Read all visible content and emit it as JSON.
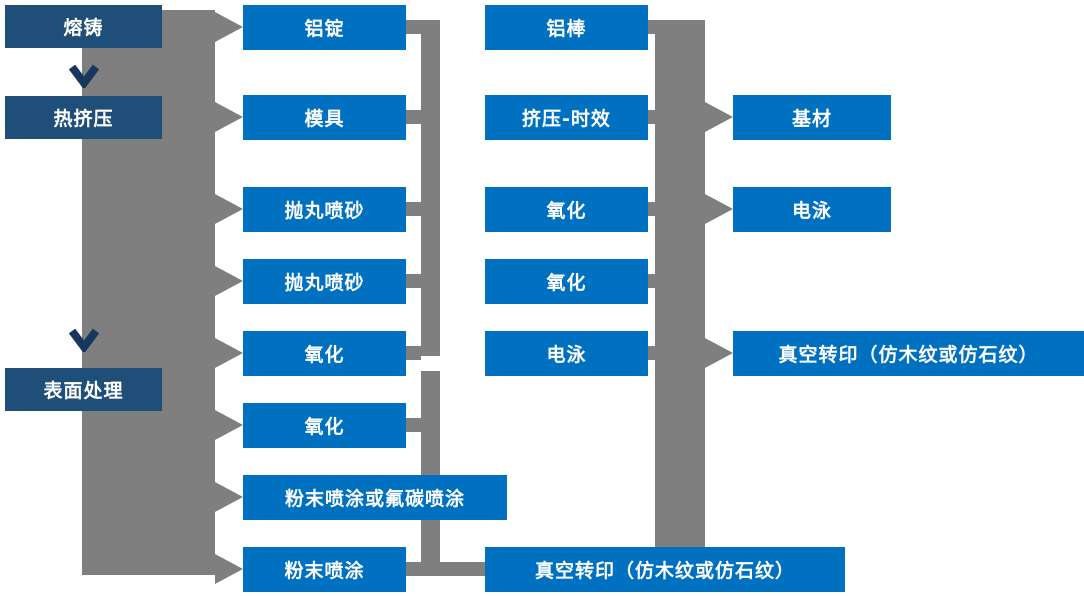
{
  "flowchart": {
    "title_hint": "aluminum-profile-production-flow",
    "stages": [
      "熔铸",
      "热挤压",
      "表面处理"
    ],
    "process_steps": [
      "铝锭",
      "模具",
      "抛丸喷砂",
      "抛丸喷砂",
      "氧化",
      "氧化",
      "粉末喷涂或氟碳喷涂",
      "粉末喷涂"
    ],
    "secondary_steps": [
      "铝棒",
      "挤压-时效",
      "氧化",
      "氧化",
      "电泳",
      "真空转印（仿木纹或仿石纹）"
    ],
    "outputs": [
      "基材",
      "电泳",
      "真空转印（仿木纹或仿石纹）"
    ]
  },
  "colors": {
    "stage_box": "#1f4e79",
    "step_box": "#0070c0",
    "connector": "#7f7f7f",
    "down_arrow": "#17375e",
    "text": "#ffffff"
  }
}
